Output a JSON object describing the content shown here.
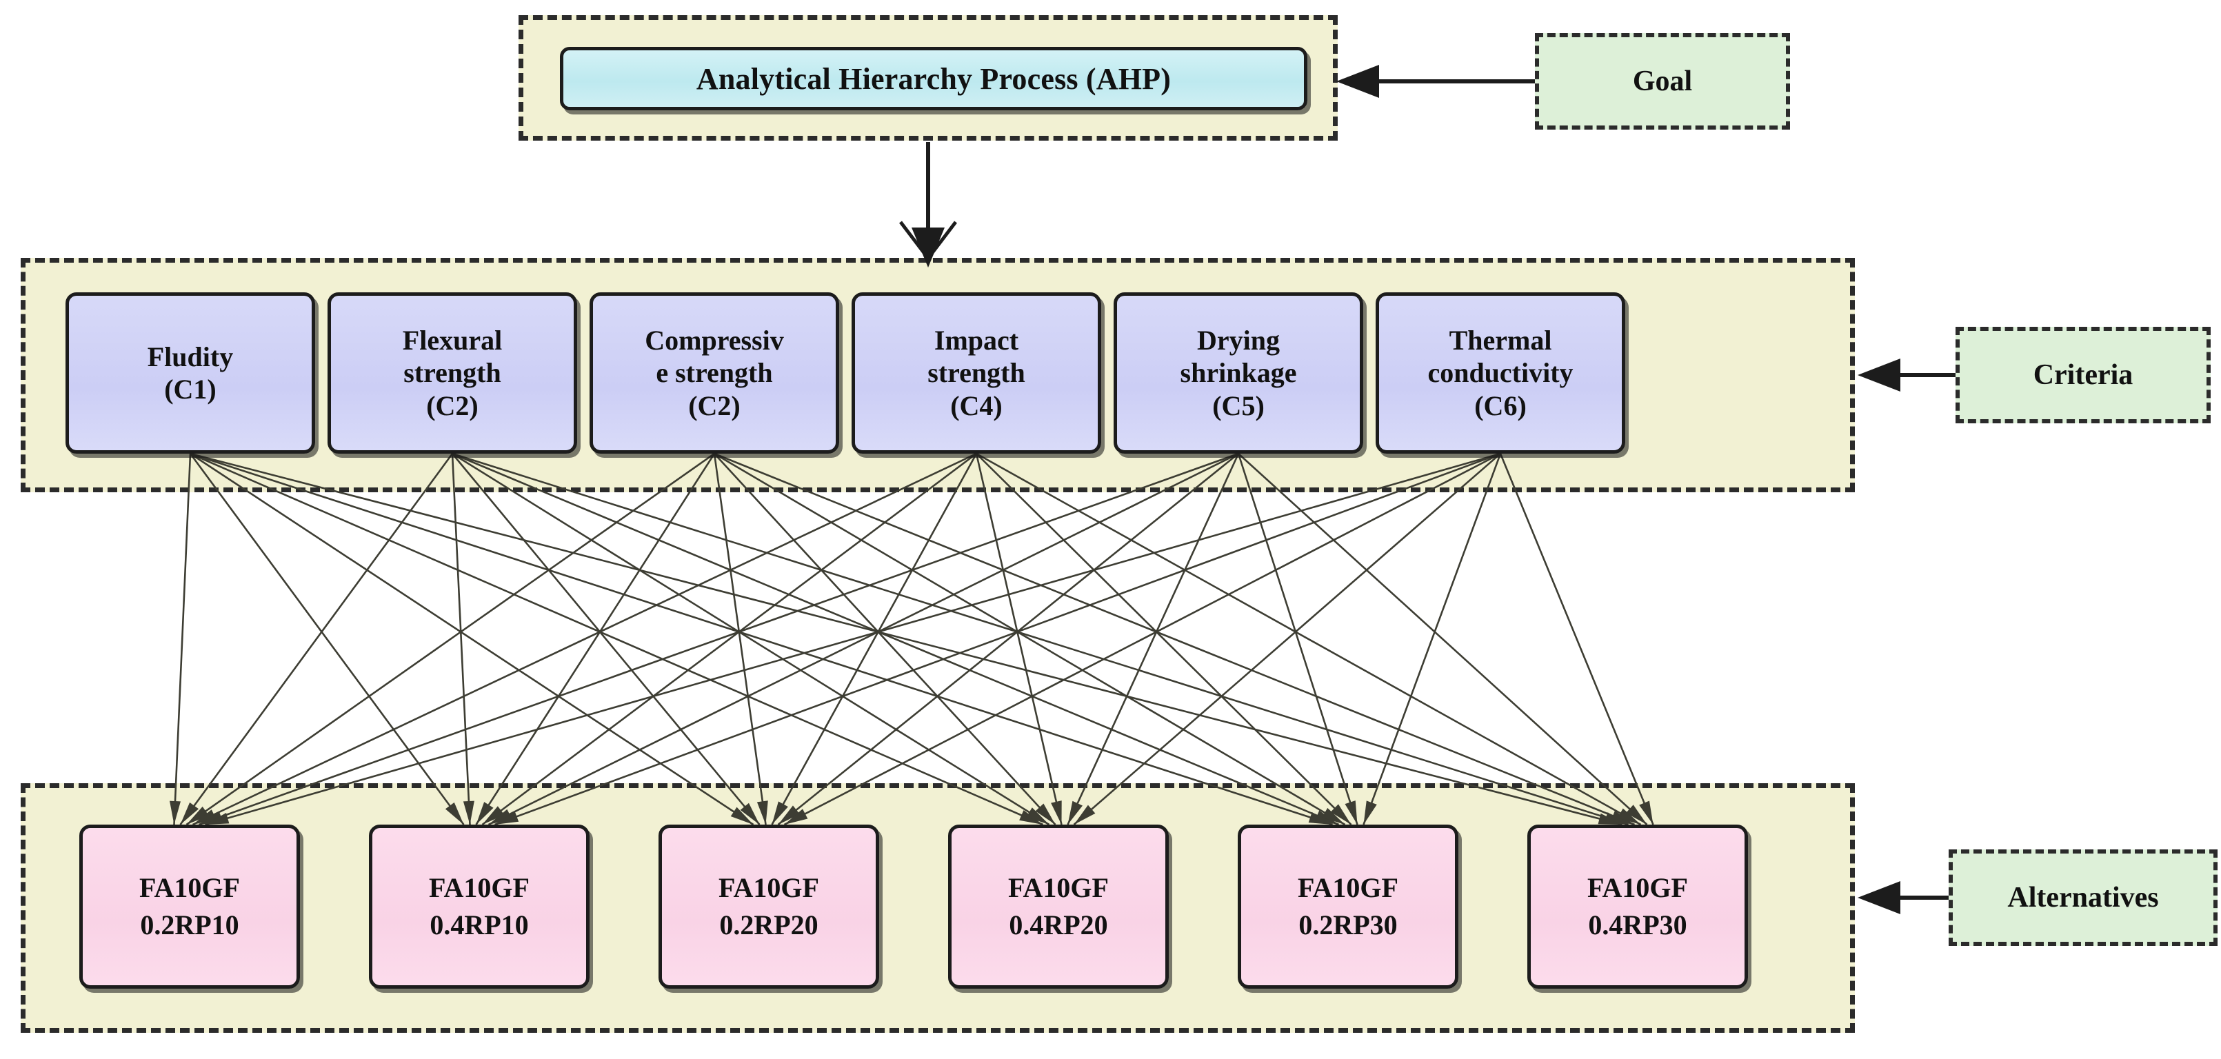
{
  "diagram": {
    "title": "Analytical Hierarchy Process (AHP) decision hierarchy",
    "colors": {
      "band_fill": "#f2f1d3",
      "band_border": "#2b2b2b",
      "goal_node_fill": "#c5ecef",
      "criteria_node_fill": "#ced0f5",
      "alternative_node_fill": "#fad6e5",
      "legend_fill": "#ddf0d8",
      "link_stroke": "#3d3d33"
    }
  },
  "goal": {
    "node_label": "Analytical Hierarchy Process (AHP)",
    "legend_label": "Goal"
  },
  "criteria": {
    "legend_label": "Criteria",
    "items": [
      {
        "name": "Fludity",
        "code": "(C1)",
        "line1": "Fludity",
        "line2": "",
        "line3": "(C1)"
      },
      {
        "name": "Flexural strength",
        "code": "(C2)",
        "line1": "Flexural",
        "line2": "strength",
        "line3": "(C2)"
      },
      {
        "name": "Compressive strength",
        "code": "(C2)",
        "line1": "Compressiv",
        "line2": "e strength",
        "line3": "(C2)"
      },
      {
        "name": "Impact strength",
        "code": "(C4)",
        "line1": "Impact",
        "line2": "strength",
        "line3": "(C4)"
      },
      {
        "name": "Drying shrinkage",
        "code": "(C5)",
        "line1": "Drying",
        "line2": "shrinkage",
        "line3": "(C5)"
      },
      {
        "name": "Thermal conductivity",
        "code": "(C6)",
        "line1": "Thermal",
        "line2": "conductivity",
        "line3": "(C6)"
      }
    ]
  },
  "alternatives": {
    "legend_label": "Alternatives",
    "items": [
      {
        "label": "FA10GF 0.2RP10",
        "line1": "FA10GF",
        "line2": "0.2RP10"
      },
      {
        "label": "FA10GF 0.4RP10",
        "line1": "FA10GF",
        "line2": "0.4RP10"
      },
      {
        "label": "FA10GF 0.2RP20",
        "line1": "FA10GF",
        "line2": "0.2RP20"
      },
      {
        "label": "FA10GF 0.4RP20",
        "line1": "FA10GF",
        "line2": "0.4RP20"
      },
      {
        "label": "FA10GF 0.2RP30",
        "line1": "FA10GF",
        "line2": "0.2RP30"
      },
      {
        "label": "FA10GF 0.4RP30",
        "line1": "FA10GF",
        "line2": "0.4RP30"
      }
    ]
  },
  "connections": {
    "goal_to_criteria": "Analytical Hierarchy Process (AHP) -> Criteria layer",
    "criteria_to_alternatives": "every criterion connects to every alternative (6 x 6 = 36 links)",
    "link_count": 36
  },
  "layout": {
    "criteria_x": [
      95,
      475,
      855,
      1235,
      1615,
      1995
    ],
    "alternatives_x": [
      115,
      535,
      955,
      1375,
      1795,
      2215
    ]
  }
}
